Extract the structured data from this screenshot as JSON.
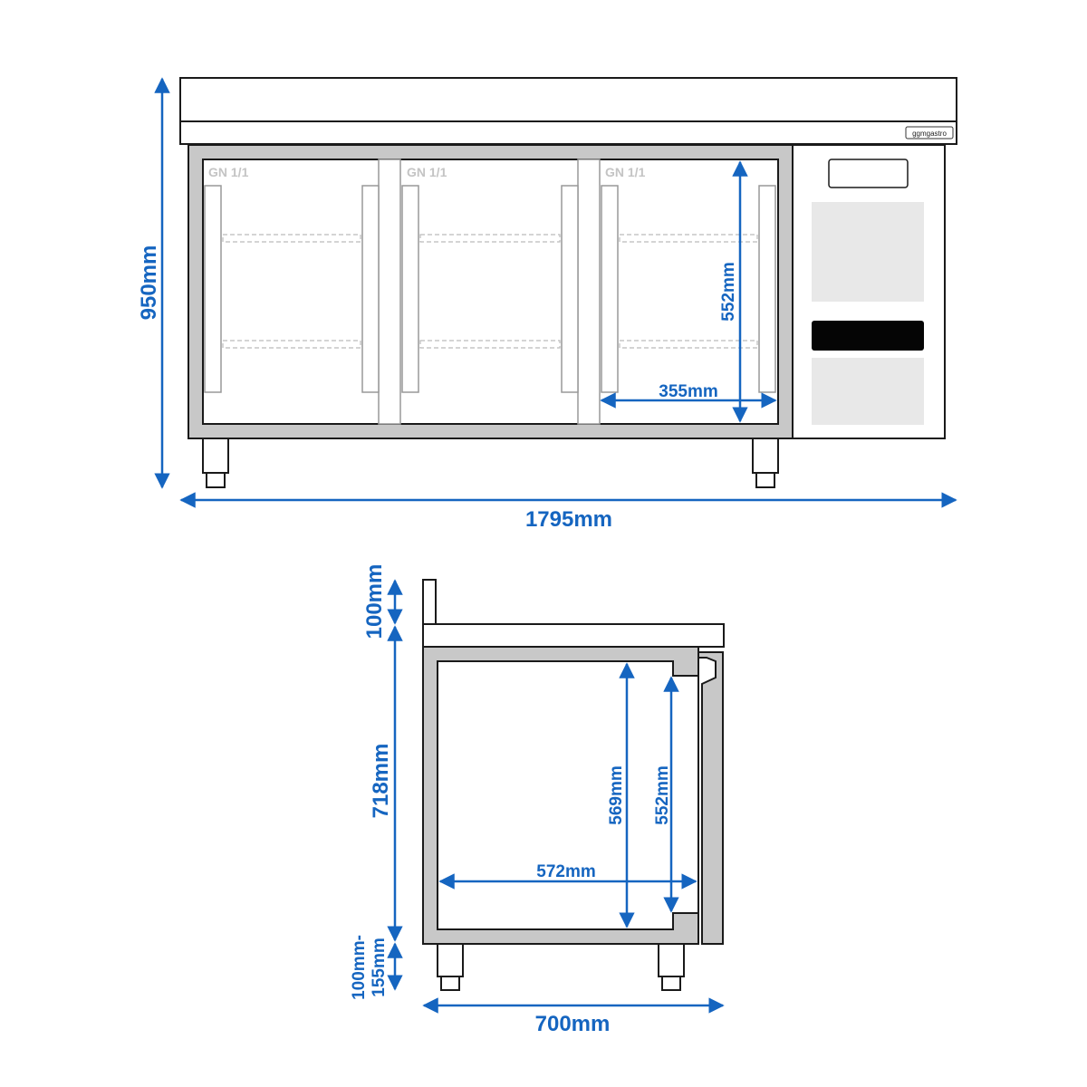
{
  "diagram": {
    "type": "technical_drawing",
    "subject": "Refrigerated counter with 3 glass doors",
    "colors": {
      "dimension": "#1565c0",
      "outline": "#1a1a1a",
      "frame_fill": "#c8c8c8",
      "panel_fill": "#e8e8e8",
      "label_grey": "#c4c4c4"
    },
    "front_view": {
      "brand_label": "ggmgastro",
      "compartments": [
        {
          "label": "GN 1/1"
        },
        {
          "label": "GN 1/1"
        },
        {
          "label": "GN 1/1"
        }
      ],
      "dimensions": {
        "total_height": "950mm",
        "total_width": "1795mm",
        "inner_height": "552mm",
        "inner_width": "355mm"
      }
    },
    "side_view": {
      "dimensions": {
        "upstand_height": "100mm",
        "body_height": "718mm",
        "leg_height_line1": "100mm-",
        "leg_height_line2": "155mm",
        "depth": "700mm",
        "inner_depth": "572mm",
        "inner_height_max": "569mm",
        "inner_height_door": "552mm"
      }
    }
  }
}
